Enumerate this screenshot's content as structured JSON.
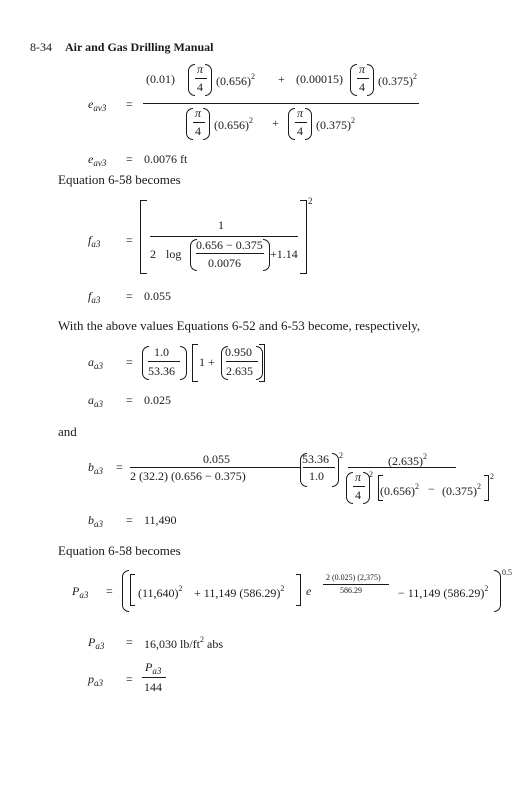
{
  "header": {
    "page_number": "8-34",
    "title": "Air and Gas Drilling Manual"
  },
  "eq_eav3": {
    "lhs_var": "e",
    "lhs_sub": "av3",
    "equals": "=",
    "num_a": "(0.01)",
    "pi": "π",
    "four": "4",
    "d1": "(0.656)",
    "sq": "2",
    "plus": "+",
    "num_b": "(0.00015)",
    "d2": "(0.375)"
  },
  "res_eav3": {
    "lhs_var": "e",
    "lhs_sub": "av3",
    "equals": "=",
    "value": "0.0076 ft"
  },
  "text_eq658_a": "Equation 6-58 becomes",
  "eq_fa3": {
    "lhs_var": "f",
    "lhs_sub": "a3",
    "equals": "=",
    "one": "1",
    "two": "2",
    "log": "log",
    "frac_num": "0.656  −  0.375",
    "frac_den": "0.0076",
    "plus_term": "+1.14",
    "outer_exp": "2"
  },
  "res_fa3": {
    "lhs_var": "f",
    "lhs_sub": "a3",
    "equals": "=",
    "value": "0.055"
  },
  "text_above": "With the above values Equations 6-52 and 6-53 become, respectively,",
  "eq_aa3": {
    "lhs_var": "a",
    "lhs_sub": "a3",
    "equals": "=",
    "f1_num": "1.0",
    "f1_den": "53.36",
    "one_plus": "1  +",
    "f2_num": "0.950",
    "f2_den": "2.635"
  },
  "res_aa3": {
    "lhs_var": "a",
    "lhs_sub": "a3",
    "equals": "=",
    "value": "0.025"
  },
  "text_and": "and",
  "eq_ba3": {
    "lhs_var": "b",
    "lhs_sub": "a3",
    "equals": "=",
    "f1_num": "0.055",
    "f1_den": "2  (32.2)  (0.656  −  0.375)",
    "p_num": "53.36",
    "p_den": "1.0",
    "p_exp": "2",
    "f3_num": "(2.635)",
    "f3_exp": "2",
    "pi": "π",
    "four": "4",
    "pi_exp": "2",
    "inner": "(0.656)",
    "minus": "−",
    "inner2": "(0.375)",
    "sq": "2",
    "outer_exp": "2"
  },
  "res_ba3": {
    "lhs_var": "b",
    "lhs_sub": "a3",
    "equals": "=",
    "value": "11,490"
  },
  "text_eq658_b": "Equation 6-58 becomes",
  "eq_pa3": {
    "lhs_var": "P",
    "lhs_sub": "a3",
    "equals": "=",
    "t1": "(11,640)",
    "sq": "2",
    "t1b": "+  11,149  (586.29)",
    "e": "e",
    "exp_num": "2  (0.025)  (2,375)",
    "exp_den": "586.29",
    "t2": "−  11,149  (586.29)",
    "outer_exp": "0.5"
  },
  "res_Pa3": {
    "lhs_var": "P",
    "lhs_sub": "a3",
    "equals": "=",
    "value": "16,030  lb/ft",
    "unit_exp": "2",
    "unit_tail": " abs"
  },
  "eq_pa3_small": {
    "lhs_var": "p",
    "lhs_sub": "a3",
    "equals": "=",
    "num_var": "P",
    "num_sub": "a3",
    "den": "144"
  }
}
